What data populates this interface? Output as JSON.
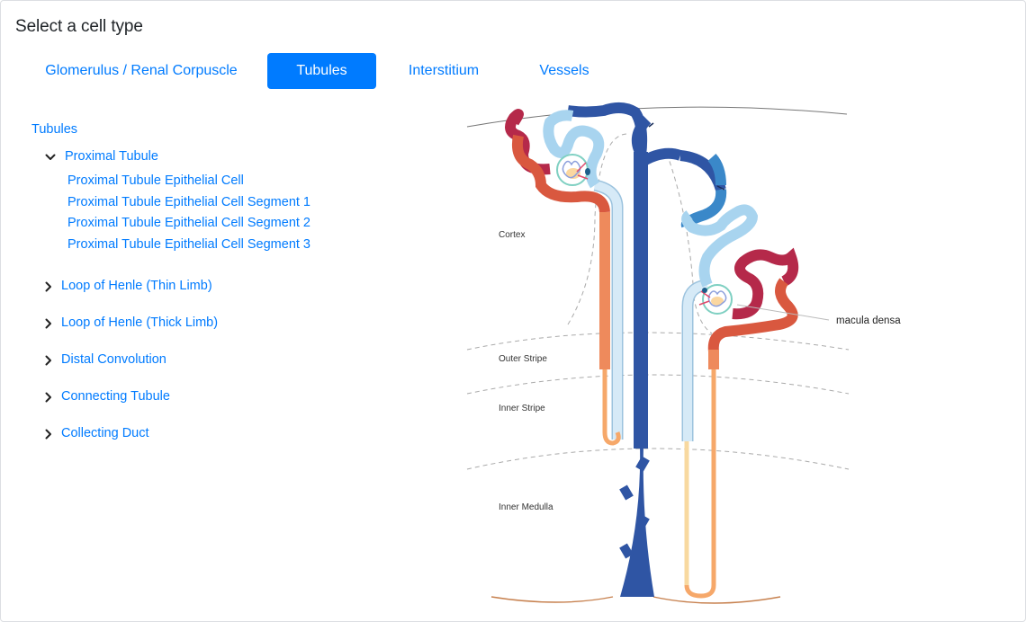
{
  "header": {
    "title": "Select a cell type"
  },
  "tabs": [
    {
      "label": "Glomerulus / Renal Corpuscle",
      "active": false
    },
    {
      "label": "Tubules",
      "active": true
    },
    {
      "label": "Interstitium",
      "active": false
    },
    {
      "label": "Vessels",
      "active": false
    }
  ],
  "tree": {
    "root": "Tubules",
    "groups": [
      {
        "label": "Proximal Tubule",
        "expanded": true,
        "icon": "chevron-down-icon",
        "children": [
          "Proximal Tubule Epithelial Cell",
          "Proximal Tubule Epithelial Cell Segment 1",
          "Proximal Tubule Epithelial Cell Segment 2",
          "Proximal Tubule Epithelial Cell Segment 3"
        ]
      },
      {
        "label": "Loop of Henle (Thin Limb)",
        "expanded": false,
        "icon": "chevron-right-icon"
      },
      {
        "label": "Loop of Henle (Thick Limb)",
        "expanded": false,
        "icon": "chevron-right-icon"
      },
      {
        "label": "Distal Convolution",
        "expanded": false,
        "icon": "chevron-right-icon"
      },
      {
        "label": "Connecting Tubule",
        "expanded": false,
        "icon": "chevron-right-icon"
      },
      {
        "label": "Collecting Duct",
        "expanded": false,
        "icon": "chevron-right-icon"
      }
    ]
  },
  "diagram": {
    "zones": [
      "Cortex",
      "Outer Stripe",
      "Inner Stripe",
      "Inner Medulla"
    ],
    "callout": "macula densa",
    "colors": {
      "accent": "#007bff",
      "proximal_convoluted": "#b5294a",
      "proximal_straight": "#d9583f",
      "proximal_s3": "#ee8a5c",
      "thin_descending": "#f6a86a",
      "thin_ascending": "#f8d9a0",
      "thick_ascending": "#d6eaf7",
      "distal": "#a8d4ef",
      "connecting": "#3a88c9",
      "collecting": "#2f55a4",
      "glomerulus": "#8c9fdc"
    }
  }
}
